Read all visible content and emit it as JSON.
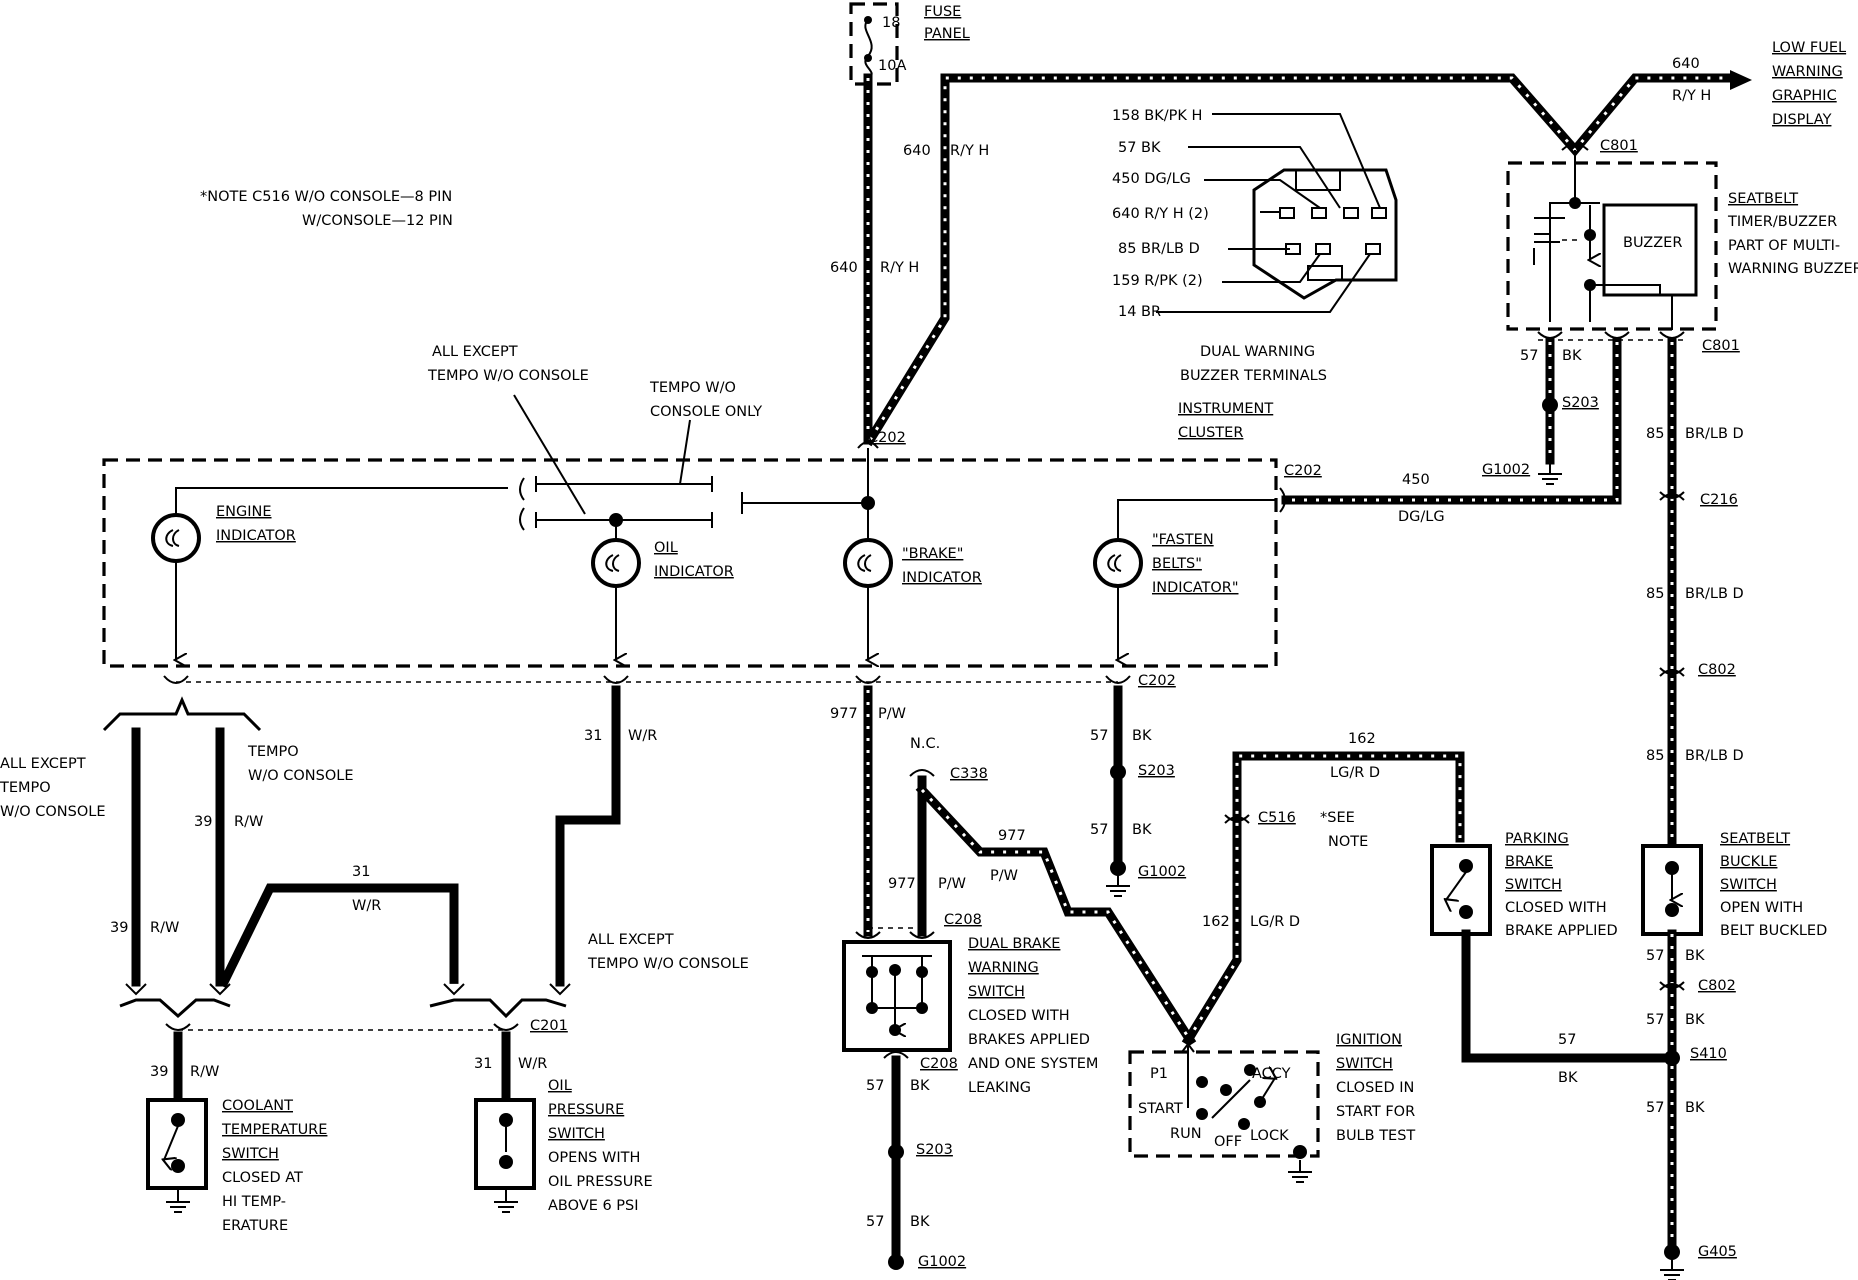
{
  "fuse": {
    "num": "18",
    "rating": "10A",
    "label1": "FUSE",
    "label2": "PANEL"
  },
  "low_fuel": {
    "line1": "LOW FUEL",
    "line2": "WARNING",
    "line3": "GRAPHIC",
    "line4": "DISPLAY",
    "wire_num": "640",
    "wire_color": "R/Y H"
  },
  "note": {
    "line1": "*NOTE C516  W/O CONSOLE—8 PIN",
    "line2": "W/CONSOLE—12 PIN"
  },
  "buzzer_terms": {
    "pins": [
      "158 BK/PK H",
      "57   BK",
      "450 DG/LG",
      "640 R/Y H (2)",
      "85   BR/LB D",
      "159 R/PK (2)",
      "14   BR"
    ],
    "title1": "DUAL WARNING",
    "title2": "BUZZER TERMINALS"
  },
  "seatbelt_timer": {
    "connector": "C801",
    "buzzer": "BUZZER",
    "l1": "SEATBELT",
    "l2": "TIMER/BUZZER",
    "l3": "PART OF MULTI-",
    "l4": "WARNING BUZZER"
  },
  "labels": {
    "all_except_tempo": "ALL EXCEPT",
    "tempo_wo_console": "TEMPO W/O CONSOLE",
    "tempo_wo": "TEMPO W/O",
    "console_only": "CONSOLE ONLY",
    "instrument": "INSTRUMENT",
    "cluster": "CLUSTER",
    "engine1": "ENGINE",
    "engine2": "INDICATOR",
    "oil1": "OIL",
    "oil2": "INDICATOR",
    "brake1": "\"BRAKE\"",
    "brake2": "INDICATOR",
    "fasten1": "\"FASTEN",
    "fasten2": "BELTS\"",
    "fasten3": "INDICATOR\"",
    "ae_left1": "ALL EXCEPT",
    "ae_left2": "TEMPO",
    "ae_left3": "W/O CONSOLE",
    "tempo_right1": "TEMPO",
    "tempo_right2": "W/O CONSOLE",
    "ae_mid1": "ALL EXCEPT",
    "ae_mid2": "TEMPO W/O CONSOLE",
    "coolant1": "COOLANT",
    "coolant2": "TEMPERATURE",
    "coolant3": "SWITCH",
    "coolant4": "CLOSED AT",
    "coolant5": "HI TEMP-",
    "coolant6": "ERATURE",
    "oilp1": "OIL",
    "oilp2": "PRESSURE",
    "oilp3": "SWITCH",
    "oilp4": "OPENS WITH",
    "oilp5": "OIL PRESSURE",
    "oilp6": "ABOVE 6 PSI",
    "dbw1": "DUAL BRAKE",
    "dbw2": "WARNING",
    "dbw3": "SWITCH",
    "dbw4": "CLOSED WITH",
    "dbw5": "BRAKES APPLIED",
    "dbw6": "AND ONE SYSTEM",
    "dbw7": "LEAKING",
    "ign1": "IGNITION",
    "ign2": "SWITCH",
    "ign3": "CLOSED IN",
    "ign4": "START FOR",
    "ign5": "BULB TEST",
    "ign_p1": "P1",
    "ign_accy": "ACCY",
    "ign_start": "START",
    "ign_run": "RUN",
    "ign_off": "OFF",
    "ign_lock": "LOCK",
    "pb1": "PARKING",
    "pb2": "BRAKE",
    "pb3": "SWITCH",
    "pb4": "CLOSED WITH",
    "pb5": "BRAKE APPLIED",
    "sb1": "SEATBELT",
    "sb2": "BUCKLE",
    "sb3": "SWITCH",
    "sb4": "OPEN WITH",
    "sb5": "BELT BUCKLED",
    "see1": "*SEE",
    "see2": "NOTE",
    "nc": "N.C."
  },
  "connectors": {
    "c202": "C202",
    "c801": "C801",
    "c201": "C201",
    "c338": "C338",
    "c208": "C208",
    "c516": "C516",
    "c216": "C216",
    "c802": "C802",
    "s203": "S203",
    "s410": "S410",
    "g1002": "G1002",
    "g405": "G405"
  },
  "wires": {
    "w640": "640",
    "ry_h": "R/Y H",
    "w450": "450",
    "dglg": "DG/LG",
    "w85": "85",
    "brlbd": "BR/LB D",
    "w57": "57",
    "bk": "BK",
    "w977": "977",
    "pw": "P/W",
    "w31": "31",
    "wr": "W/R",
    "w39": "39",
    "rw": "R/W",
    "w162": "162",
    "lgrd": "LG/R D"
  }
}
